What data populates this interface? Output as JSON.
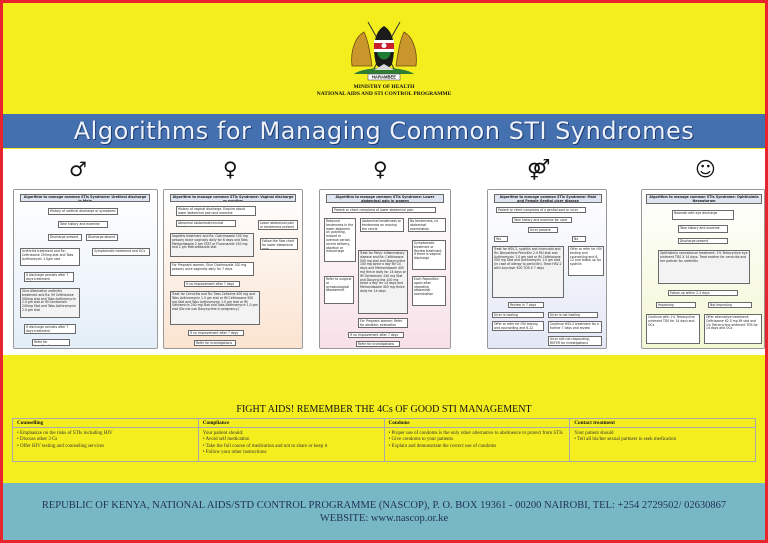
{
  "header": {
    "ministry_line1": "MINISTRY OF HEALTH",
    "ministry_line2": "NATIONAL AIDS AND STI CONTROL PROGRAMME",
    "emblem_motto": "HARAMBEE"
  },
  "banner": {
    "title": "Algorithms for Managing Common STI Syndromes"
  },
  "icons": [
    {
      "name": "male-icon",
      "glyph": "🚹"
    },
    {
      "name": "female-icon",
      "glyph": "🚺"
    },
    {
      "name": "female-icon",
      "glyph": "🚺"
    },
    {
      "name": "couple-icon",
      "glyph": "🚻"
    },
    {
      "name": "baby-icon",
      "glyph": "👶"
    }
  ],
  "charts": {
    "urethral": {
      "title": "Algorithm to manage common STIs Syndrome: Urethral discharge in Male",
      "b1": "History of urethral discharge or symptoms",
      "b2": "Take history and examine",
      "b3": "Discharge present",
      "b4": "Discharge absent",
      "b5": "Urethritis treatment and Rx: Ceftriaxone 250mg stat and Tabs Azithromycin 1.0gm stat",
      "b6": "Symptomatic treatment and OCs",
      "b7": "If discharge persists after 7 days treatment",
      "b8": "Give Alternative urethritis treatment and Rx: IM Ceftriaxone 500mg stat and Tabs Azithromycin 2.0 gm stat or IM Gentamicin 240mg Stat and Tabs Azithromycin 2.0 gm stat",
      "b9": "If discharge persists after 7 days treatment",
      "b10": "Refer for investigations"
    },
    "vaginal": {
      "title": "Algorithm to manage common STIs Syndrome: Vaginal discharge or pruritus",
      "b1": "History of vaginal discharge. Enquire about lower abdominal pain and examine",
      "b2": "Abnormal abdominal/cervical tenderness",
      "b3": "Lower abdominal pain or tenderness present",
      "b4": "Vaginitis treatment and Rx: Clotrimazole 100 mg pessary twice vaginally daily for 6 days and Tabs Metronidazole 2 gm STAT or Fluconazole 150 mg and 2 gm Metronidazole stat",
      "b5": "Follow the flow chart for lower abdominal pain",
      "b6": "For Pregnant women: Give Clotrimazole 100 mg pessary once vaginally daily for 7 days",
      "b7": "If no improvement after 7 days",
      "b8": "Treat for Cervicitis and Rx: Tabs Cefixime 400 mg and Tabs Azithromycin 1.0 gm stat or IM Ceftriaxone 500 mg Stat and Tabs Azithromycin 1.0 gm stat or IM Gentamicin 240 mg Stat and Tabs Azithromycin 1.0 gm stat (Do not use Doxycycline in pregnancy)",
      "b9": "If no improvement after 7 days",
      "b10": "Refer for investigations"
    },
    "abdominal": {
      "title": "Algorithm to manage common STIs Syndrome: Lower abdominal pain in women",
      "b1": "Patient or client complains of lower abdominal pain",
      "b2": "Abdominal tenderness or tenderness on moving the cervix",
      "b3": "No tenderness, no abdominal examination",
      "b4": "Rebound tenderness in the lower abdomen on guarding, missed or overdue period, recent delivery, abortion or miscarriage",
      "b5": "Treat for Pelvic inflammatory disease and Rx: Ceftriaxone 500 mg stat and Doxycycline 100 mg twice a day for 14 days and Metronidazole 400 mg thrice daily for 14 days or IM Gentamicin 240 mg Stat and Doxycycline 100 mg twice a day for 14 days and Metronidazole 400 mg thrice daily for 14 days",
      "b6": "Symptomatic treatment or Review treatment if there is vaginal discharge",
      "b7": "Refer to surgical or gynaecological assessment",
      "b8": "For Pregnant women: Refer for obstetric evaluation",
      "b9": "Each Reposition again after repeating abdominal examination",
      "b10": "If no improvement after 7 days",
      "b11": "Refer for investigations"
    },
    "genital_ulcer": {
      "title": "Algorithm to manage common STIs Syndrome: Male and Female Genital ulcer disease",
      "b1": "Patient or client complains of a genital sore or ulcer",
      "b2": "Take history and examine for ulcer",
      "b3": "Ulcer present",
      "b4": "Yes",
      "b5": "No",
      "b6": "Treat for HSV-2, syphilis and chancroid and Rx: Benzathine Penicillin 2.4 MU stat and Azithromycin 1.0 gm stat or IM Ceftriaxone 500 mg Stat and Azithromycin 1.0 gm stat (in case of allergy to penicillin). Treat HSV-2 with Acyclovir 400 TDS X 7 days",
      "b7": "Offer or refer for HIV testing and counselling and 6-12 and follow up for syphilis",
      "b8": "Review in 7 days",
      "b9": "Ulcer is healing",
      "b10": "Ulcer is not healing",
      "b11": "Continue HSV-2 treatment for a further 7 days and review",
      "b12": "Offer or refer for HIV testing and counselling and 6-12",
      "b13": "Ulcer still not responding, REFER for investigations"
    },
    "ophthalmia": {
      "title": "Algorithm to manage common STIs Syndrome: Ophthalmia Neonatorum",
      "b1": "Neonate with eye discharge",
      "b2": "Take history and examine",
      "b3": "Discharge present",
      "b4": "Ophthalmia neonatorum treatment: 1% Tetracycline eye ointment TDS X 14 days. Treat mother for cervicitis and her partner for urethritis",
      "b5": "Follow-up within 2-3 days",
      "b6": "Improving",
      "b7": "Not improving",
      "b8": "Continue with 1% Tetracycline ointment TDS for 14 days and OCs",
      "b9": "Offer alternative treatment: Ceftriaxone 62.5 mg IM stat and 1% Tetracycline ointment TDS for 14 days and OCs"
    }
  },
  "fight": {
    "text": "FIGHT AIDS! REMEMBER THE 4Cs OF GOOD STI MANAGEMENT"
  },
  "four_cs": [
    {
      "head": "Counselling",
      "lead": "",
      "items": [
        "Emphasize on the risks of STIs including HIV",
        "Discuss other 3 Cs",
        "Offer HIV testing and counseling services"
      ]
    },
    {
      "head": "Compliance",
      "lead": "Your patient should:",
      "items": [
        "Avoid self medication",
        "Take the full course of medication and not to share or keep it",
        "Follow your other instructions"
      ]
    },
    {
      "head": "Condoms",
      "lead": "",
      "items": [
        "Proper use of condoms is the only other alternative to abstinence to protect from STIs",
        "Give condoms to your patients",
        "Explain and demonstrate the correct use of condoms"
      ]
    },
    {
      "head": "Contact treatment",
      "lead": "Your patient should",
      "items": [
        "Tell all his/her sexual partners to seek medication"
      ]
    }
  ],
  "footer": {
    "line1": "REPUBLIC OF KENYA, NATIONAL AIDS/STD CONTROL PROGRAMME (NASCOP), P. O. BOX 19361 - 00200 NAIROBI, TEL: +254 2729502/ 02630867",
    "line2": "WEBSITE: www.nascop.or.ke"
  },
  "colors": {
    "background": "#f5ee1e",
    "border": "#e8242c",
    "banner": "#4470b0",
    "footer": "#78b8c5"
  }
}
